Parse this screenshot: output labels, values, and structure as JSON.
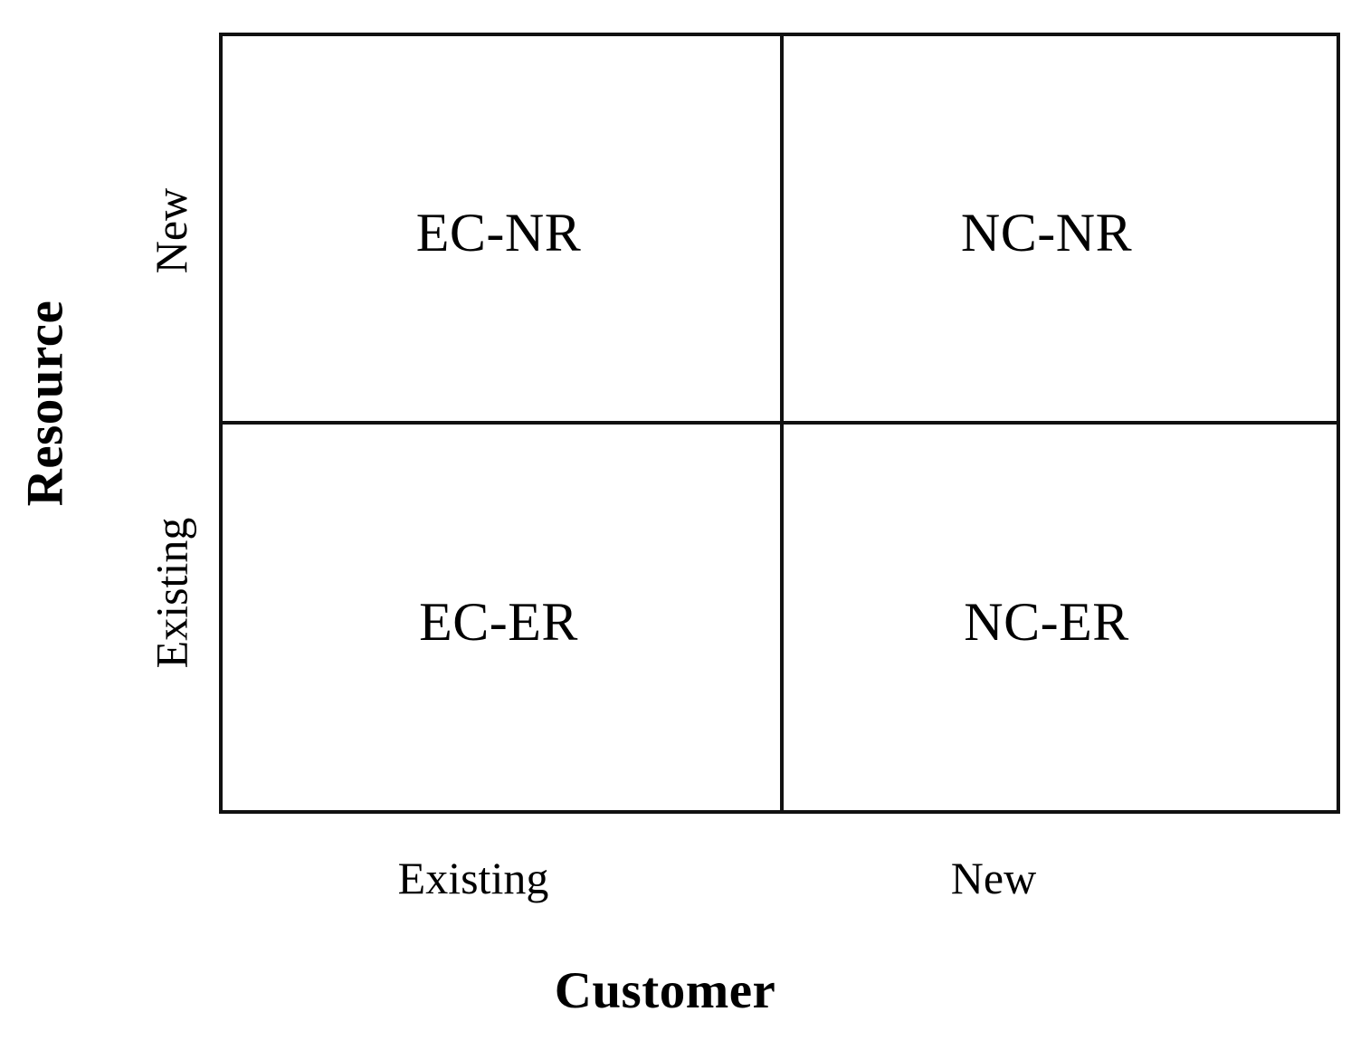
{
  "figure": {
    "type": "2x2-matrix",
    "background_color": "#ffffff",
    "line_color": "#111111"
  },
  "axes": {
    "y": {
      "title": "Resource",
      "ticks": [
        {
          "label": "New",
          "position": "top"
        },
        {
          "label": "Existing",
          "position": "bottom"
        }
      ]
    },
    "x": {
      "title": "Customer",
      "ticks": [
        {
          "label": "Existing",
          "position": "left"
        },
        {
          "label": "New",
          "position": "right"
        }
      ]
    }
  },
  "chart_data": {
    "type": "table",
    "title": "",
    "xlabel": "Customer",
    "ylabel": "Resource",
    "columns": [
      "Existing",
      "New"
    ],
    "rows": [
      "New",
      "Existing"
    ],
    "cells": [
      [
        "EC-NR",
        "NC-NR"
      ],
      [
        "EC-ER",
        "NC-ER"
      ]
    ],
    "legend": [],
    "grid": true
  },
  "quadrants": [
    {
      "id": "ec-nr",
      "label": "EC-NR",
      "customer": "Existing",
      "resource": "New"
    },
    {
      "id": "nc-nr",
      "label": "NC-NR",
      "customer": "New",
      "resource": "New"
    },
    {
      "id": "ec-er",
      "label": "EC-ER",
      "customer": "Existing",
      "resource": "Existing"
    },
    {
      "id": "nc-er",
      "label": "NC-ER",
      "customer": "New",
      "resource": "Existing"
    }
  ]
}
